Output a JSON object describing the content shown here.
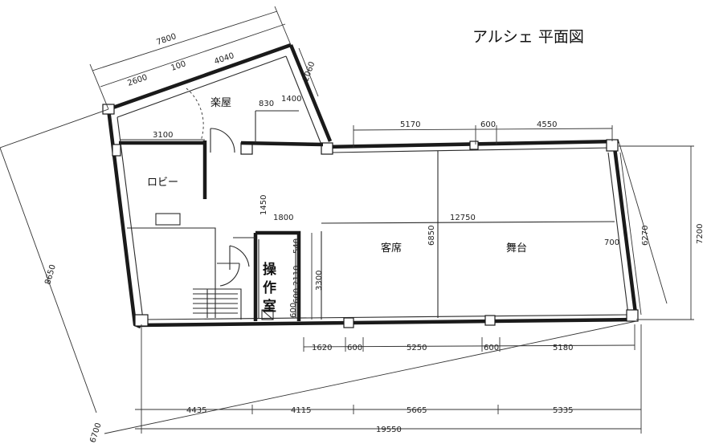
{
  "title": "アルシェ 平面図",
  "rooms": {
    "dressing": "楽屋",
    "lobby": "ロビー",
    "seats": "客席",
    "stage": "舞台",
    "control": [
      "操",
      "作",
      "室"
    ]
  },
  "dims": {
    "d7800": "7800",
    "d4040": "4040",
    "d100": "100",
    "d2600": "2600",
    "d2060": "2060",
    "d830": "830",
    "d1400": "1400",
    "d3100": "3100",
    "d5170": "5170",
    "d600a": "600",
    "d4550": "4550",
    "d1450": "1450",
    "d1800": "1800",
    "d12750": "12750",
    "d6850": "6850",
    "d540": "540",
    "d2110": "2110",
    "d600b": "600",
    "d600c": "600",
    "d3300": "3300",
    "d700": "700",
    "d6270": "6270",
    "d7200": "7200",
    "d8650": "8650",
    "d1620": "1620",
    "d600d": "600",
    "d5250": "5250",
    "d600e": "600",
    "d5180": "5180",
    "d4435": "4435",
    "d4115": "4115",
    "d5665": "5665",
    "d5335": "5335",
    "d19550": "19550",
    "d6700": "6700"
  }
}
